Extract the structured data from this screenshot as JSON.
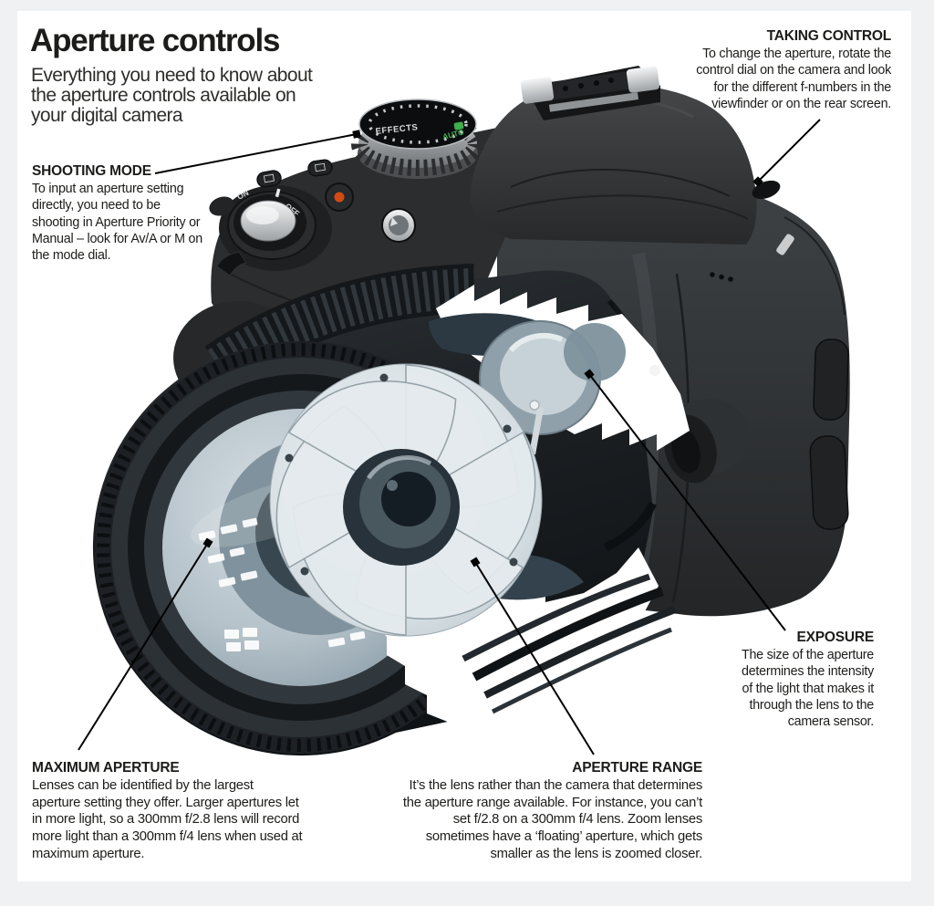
{
  "palette": {
    "page_bg": "#eff1f3",
    "card_bg": "#ffffff",
    "text": "#1c1c1a",
    "leader": "#000000",
    "record_red": "#d24b12",
    "auto_green": "#3fae4c",
    "body_dark": "#2b2e31",
    "glass": "#c3ced6"
  },
  "header": {
    "title": "Aperture controls",
    "subtitle": "Everything you need to know about the aperture controls available on your digital camera"
  },
  "annotations": {
    "taking_control": {
      "heading": "TAKING CONTROL",
      "body": "To change the aperture, rotate the control dial on the camera and look for the different f-numbers in the viewfinder or on the rear screen."
    },
    "shooting_mode": {
      "heading": "SHOOTING MODE",
      "body": "To input an aperture setting directly, you need to be shooting in Aperture Priority or Manual – look for Av/A or M on the mode dial."
    },
    "exposure": {
      "heading": "EXPOSURE",
      "body": "The size of the aperture determines the intensity of the light that makes it through the lens to the camera sensor."
    },
    "maximum_aperture": {
      "heading": "MAXIMUM APERTURE",
      "body": "Lenses can be identified by the largest aperture setting they offer. Larger apertures let in more light, so a 300mm f/2.8 lens will record more light than a 300mm f/4 lens when used at maximum aperture."
    },
    "aperture_range": {
      "heading": "APERTURE RANGE",
      "body": "It’s the lens rather than the camera that determines the aperture range available. For instance, you can’t set f/2.8 on a 300mm f/4 lens. Zoom lenses sometimes have a ‘floating’ aperture, which gets smaller as the lens is zoomed closer."
    }
  },
  "camera": {
    "mode_dial": {
      "label": "EFFECTS",
      "auto": "AUTO"
    },
    "power_switch": {
      "on": "ON",
      "off": "OFF"
    }
  }
}
